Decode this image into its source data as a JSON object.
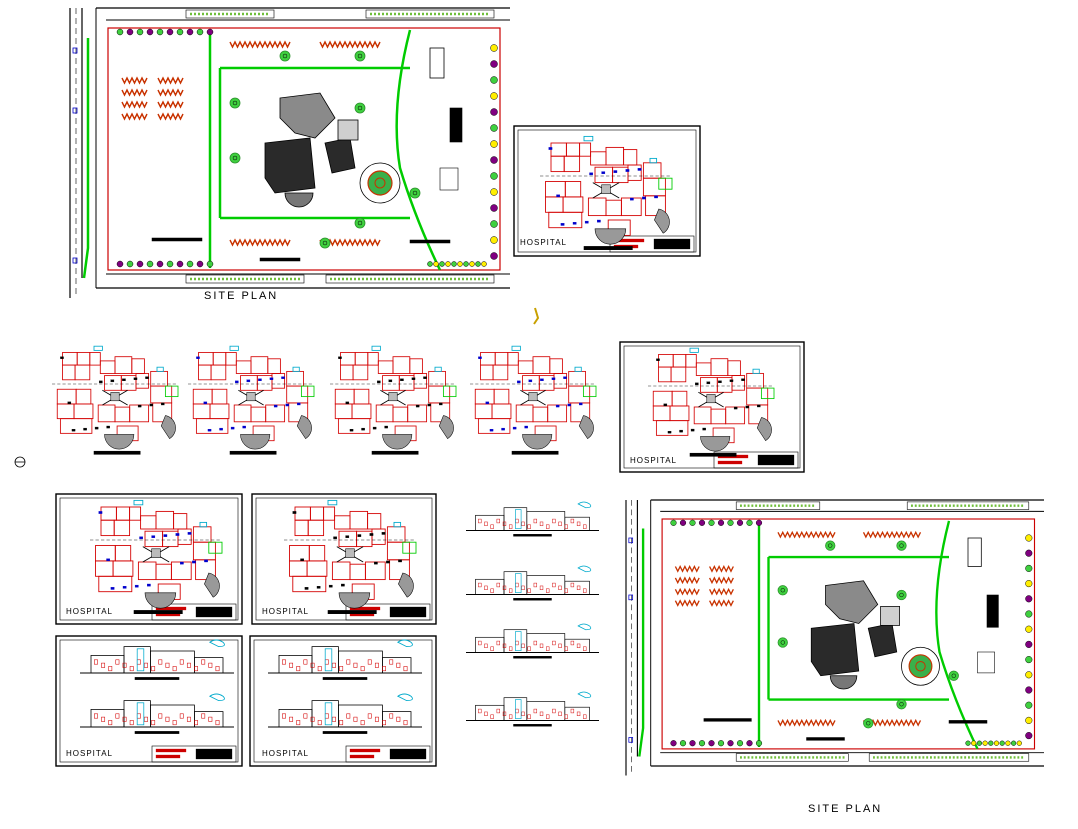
{
  "captions": {
    "site_plan_top": "SITE PLAN",
    "site_plan_bottom": "SITE PLAN"
  },
  "sheet_labels": {
    "top_right_sheet": "HOSPITAL",
    "row2_framed_sheet": "HOSPITAL",
    "row3_sheet_a": "HOSPITAL",
    "row3_sheet_b": "HOSPITAL",
    "row4_sheet_a": "HOSPITAL",
    "row4_sheet_b": "HOSPITAL"
  },
  "colors": {
    "road": "#000000",
    "hedge": "#00cc00",
    "boundary": "#cc0000",
    "building": "#8a8a8a",
    "building_dark": "#2a2a2a",
    "plan_lines": "#d40000",
    "accent_cyan": "#00aacc",
    "accent_blue": "#0000cc",
    "tree_yellow": "#ffee00",
    "tree_purple": "#800080"
  }
}
